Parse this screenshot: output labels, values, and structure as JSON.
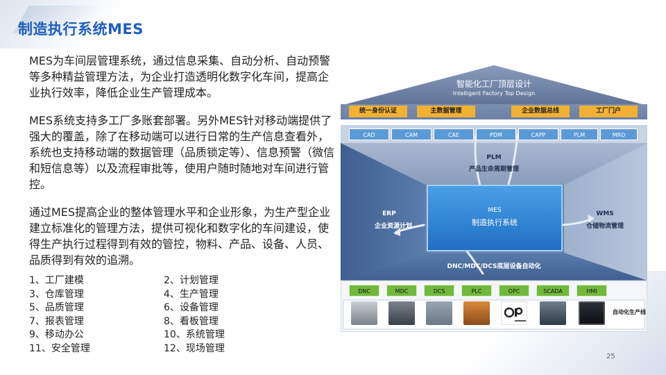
{
  "title": "制造执行系统MES",
  "paragraphs": [
    "MES为车间层管理系统，通过信息采集、自动分析、自动预警等多种精益管理方法，为企业打造透明化数字化车间，提高企业执行效率，降低企业生产管理成本。",
    "MES系统支持多工厂多账套部署。另外MES针对移动端提供了强大的覆盖，除了在移动端可以进行日常的生产信息查看外，系统也支持移动端的数据管理（品质锁定等）、信息预警（微信和短信息等）以及流程审批等，使用户随时随地对车间进行管控。",
    "通过MES提高企业的整体管理水平和企业形象，为生产型企业建立标准化的管理方法，提供可视化和数字化的车间建设，使得生产执行过程得到有效的管控，物料、产品、设备、人员、品质得到有效的追溯。"
  ],
  "modules": [
    "1、工厂建模",
    "2、计划管理",
    "3、仓库管理",
    "4、生产管理",
    "5、品质管理",
    "6、设备管理",
    "7、报表管理",
    "8、看板管理",
    "9、移动办公",
    "10、系统管理",
    "11、安全管理",
    "12、现场管理"
  ],
  "page_number": "25",
  "diagram": {
    "roof_cn": "智能化工厂顶层设计",
    "roof_en": "Intelligent Factory Top Design",
    "top_boxes": [
      "统一身份认证",
      "主数据管理",
      "企业数据总线",
      "工厂门户"
    ],
    "systems": [
      "CAD",
      "CAM",
      "CAE",
      "PDM",
      "CAPP",
      "PLM",
      "MRO"
    ],
    "plm_en": "PLM",
    "plm_cn": "产品生命周期管理",
    "erp_en": "ERP",
    "erp_cn": "企业资源计划",
    "mes_en": "MES",
    "mes_cn": "制造执行系统",
    "wms_en": "WMS",
    "wms_cn": "仓储物流管理",
    "bottom_label": "DNC/MDC/DCS底层设备自动化",
    "devices": [
      "DNC",
      "MDC",
      "DCS",
      "PLC",
      "OPC",
      "SCADA",
      "HMI"
    ],
    "auto_label": "自动化生产线",
    "colors": {
      "roof": "#6f84a8",
      "orange": "#f2b134",
      "blue_box": "#5b9bd5",
      "green_box": "#72b83d",
      "mes": "#1f6fc4"
    }
  }
}
